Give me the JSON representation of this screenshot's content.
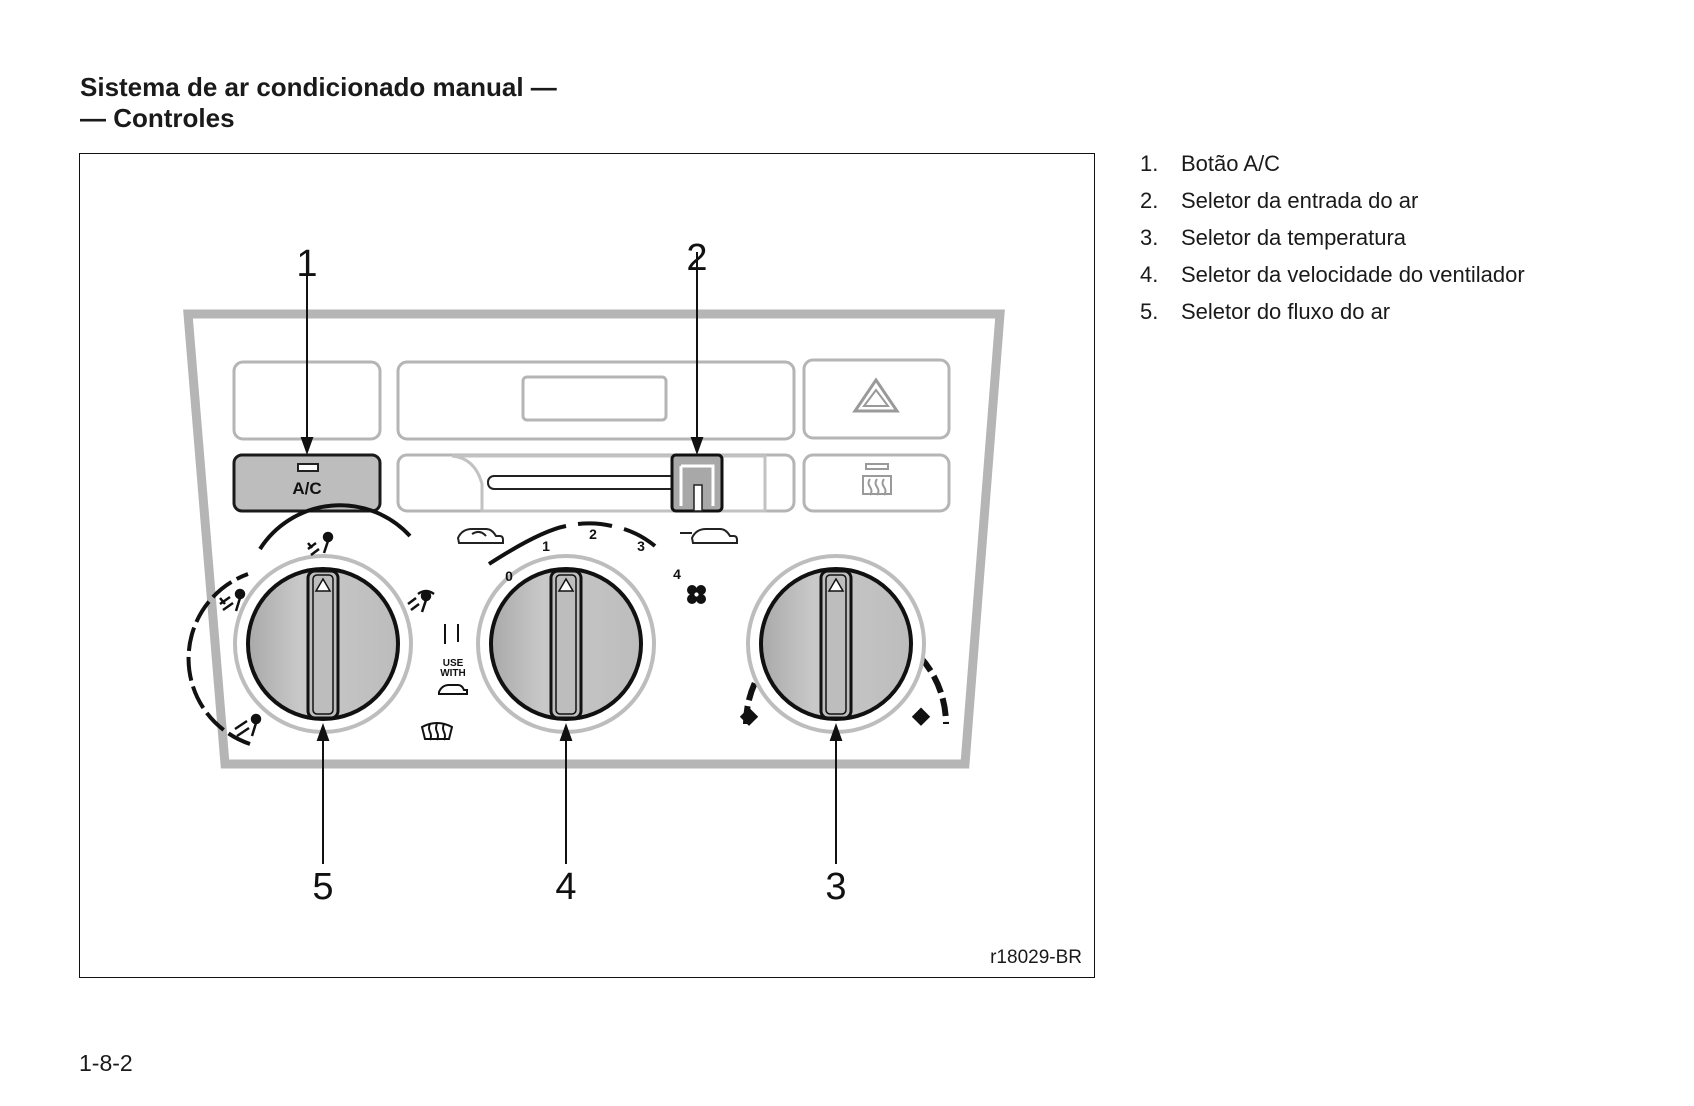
{
  "heading": {
    "line1": "Sistema de ar condicionado manual —",
    "line2": "— Controles"
  },
  "figure": {
    "code": "r18029-BR",
    "callouts": [
      "1",
      "2",
      "3",
      "4",
      "5"
    ],
    "ac_button_label": "A/C",
    "use_with_label": [
      "USE",
      "WITH"
    ],
    "fan_speed_labels": [
      "0",
      "1",
      "2",
      "3",
      "4"
    ],
    "icons": [
      "hazard-icon",
      "rear-defrost-icon",
      "recirculate-icon",
      "fresh-air-icon",
      "face-vent-icon",
      "bilevel-icon",
      "floor-icon",
      "floor-defrost-icon",
      "defrost-icon",
      "fan-icon"
    ]
  },
  "legend": [
    {
      "num": "1.",
      "text": "Botão A/C"
    },
    {
      "num": "2.",
      "text": "Seletor da entrada do ar"
    },
    {
      "num": "3.",
      "text": "Seletor da temperatura"
    },
    {
      "num": "4.",
      "text": "Seletor da velocidade do ventilador"
    },
    {
      "num": "5.",
      "text": "Seletor do fluxo do ar"
    }
  ],
  "page_number": "1-8-2"
}
